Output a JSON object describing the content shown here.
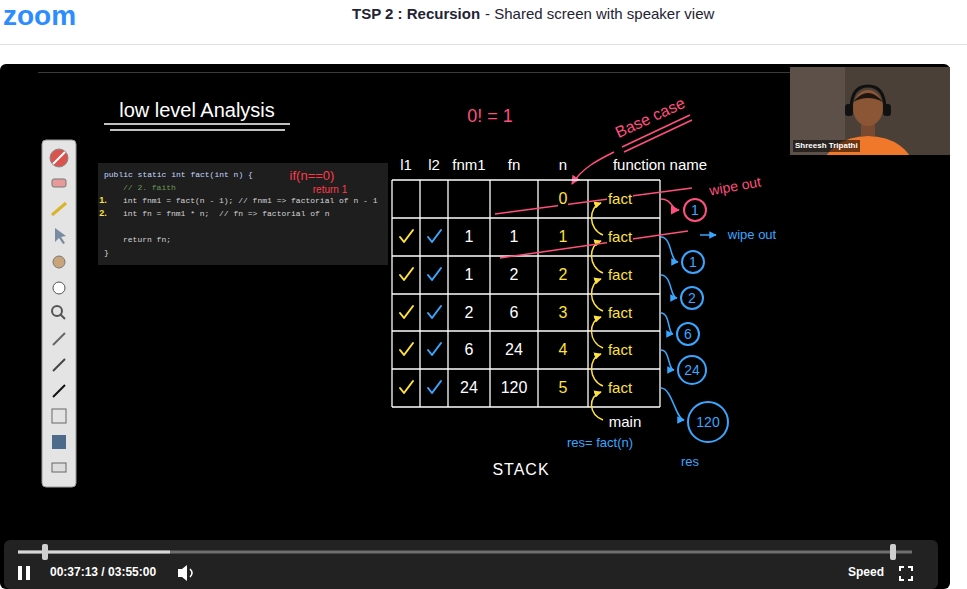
{
  "diagram": {
    "nodes": [
      {
        "text": [
          "Shreesh Tripathi"
        ]
      },
      {
        "text": [
          "public static int fact(int n) {",
          "// 2. faith",
          "int fnm1 = fact(n - 1); // fnm1 => factorial of n - 1",
          "int fn = fnm1 * n;  // fn => factorial of n",
          "return fn;",
          "}"
        ]
      },
      {
        "text": [
          "1"
        ]
      },
      {
        "text": [
          "1"
        ]
      },
      {
        "text": [
          "2"
        ]
      },
      {
        "text": [
          "6"
        ]
      },
      {
        "text": [
          "24"
        ]
      },
      {
        "text": [
          "120"
        ]
      }
    ],
    "labels": [
      "zoom",
      "TSP 2 : Recursion",
      "- Shared screen with speaker view",
      "low level Analysis",
      "0! = 1",
      "Base case",
      "if(n==0)",
      "return 1",
      "1.",
      "2.",
      "l1",
      "l2",
      "fnm1",
      "fn",
      "n",
      "function name",
      "wipe out",
      "0",
      "fact",
      "wipe out",
      "1",
      "1",
      "1",
      "fact",
      "1",
      "2",
      "2",
      "fact",
      "2",
      "6",
      "3",
      "fact",
      "6",
      "24",
      "4",
      "fact",
      "24",
      "120",
      "5",
      "fact",
      "main",
      "res= fact(n)",
      "res",
      "STACK",
      "00:37:13 / 03:55:00",
      "Speed"
    ]
  }
}
